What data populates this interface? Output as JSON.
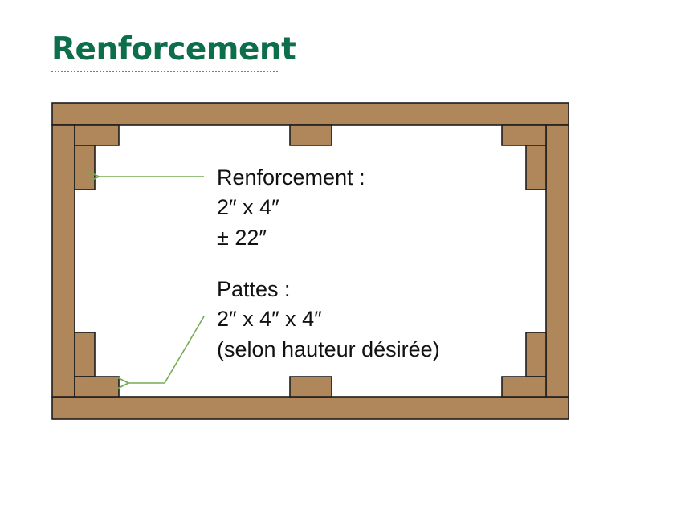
{
  "title": "Renforcement",
  "colors": {
    "title": "#0c6e4a",
    "wood_fill": "#b0875a",
    "wood_stroke": "#1e1e1e",
    "arrow": "#72ab52"
  },
  "labels": {
    "renforcement": {
      "heading": "Renforcement :",
      "line1": "2″ x 4″",
      "line2": "± 22″"
    },
    "pattes": {
      "heading": "Pattes :",
      "line1": "2″ x 4″ x 4″",
      "line2": "(selon hauteur désirée)"
    }
  }
}
